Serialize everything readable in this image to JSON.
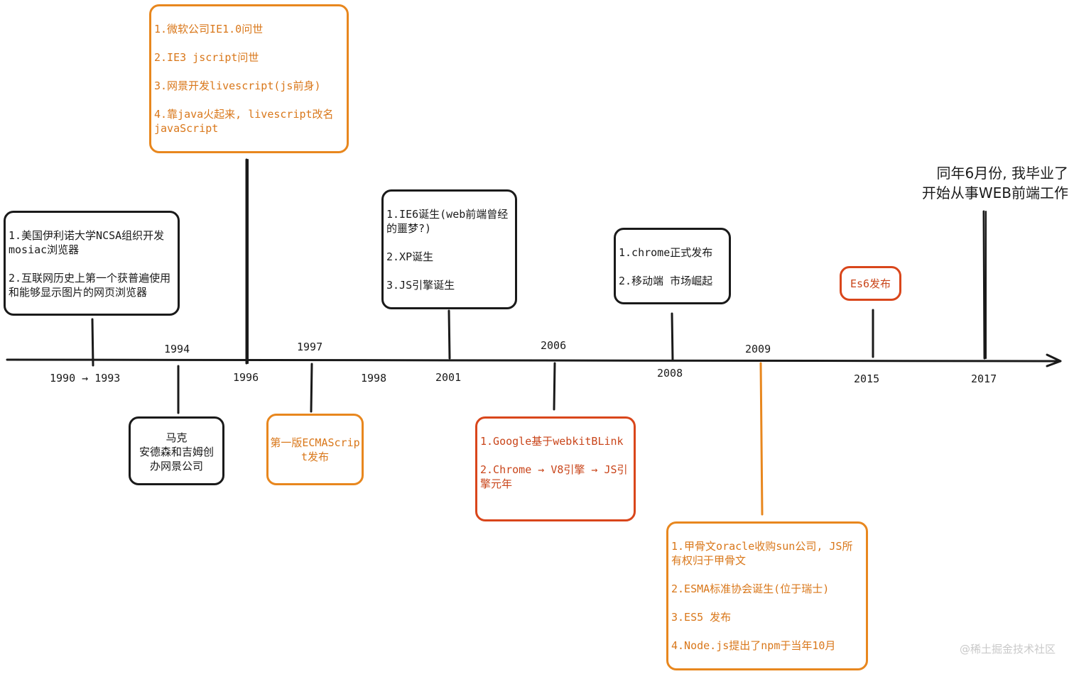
{
  "colors": {
    "stroke": "#1a1a1a",
    "orange": "#e8871e",
    "red": "#d9461b"
  },
  "years": {
    "y1990": "1990 → 1993",
    "y1994": "1994",
    "y1996": "1996",
    "y1997": "1997",
    "y1998": "1998",
    "y2001": "2001",
    "y2006": "2006",
    "y2008": "2008",
    "y2009": "2009",
    "y2015": "2015",
    "y2017": "2017"
  },
  "events": {
    "e1990": {
      "lines": [
        "1.美国伊利诺大学NCSA组织开发mosiac浏览器",
        "2.互联网历史上第一个获普遍使用和能够显示图片的网页浏览器"
      ]
    },
    "e1994": {
      "lines": [
        "马克\n安德森和吉姆创办网景公司"
      ]
    },
    "e1996": {
      "lines": [
        "1.微软公司IE1.0问世",
        "2.IE3 jscript问世",
        "3.网景开发livescript(js前身)",
        "4.靠java火起来, livescript改名javaScript"
      ]
    },
    "e1997": {
      "lines": [
        "第一版ECMAScript发布"
      ]
    },
    "e2001": {
      "lines": [
        "1.IE6诞生(web前端曾经的噩梦?)",
        "2.XP诞生",
        "3.JS引擎诞生"
      ]
    },
    "e2006": {
      "lines": [
        "1.Google基于webkitBLink",
        "2.Chrome → V8引擎 → JS引擎元年"
      ]
    },
    "e2008": {
      "lines": [
        "1.chrome正式发布",
        "2.移动端 市场崛起"
      ]
    },
    "e2009": {
      "lines": [
        "1.甲骨文oracle收购sun公司, JS所有权归于甲骨文",
        "2.ESMA标准协会诞生(位于瑞士)",
        "3.ES5 发布",
        "4.Node.js提出了npm于当年10月"
      ]
    },
    "e2015": {
      "lines": [
        "Es6发布"
      ]
    }
  },
  "note2017": {
    "line1": "同年6月份, 我毕业了",
    "line2": "开始从事WEB前端工作"
  },
  "watermark": "@稀土掘金技术社区"
}
